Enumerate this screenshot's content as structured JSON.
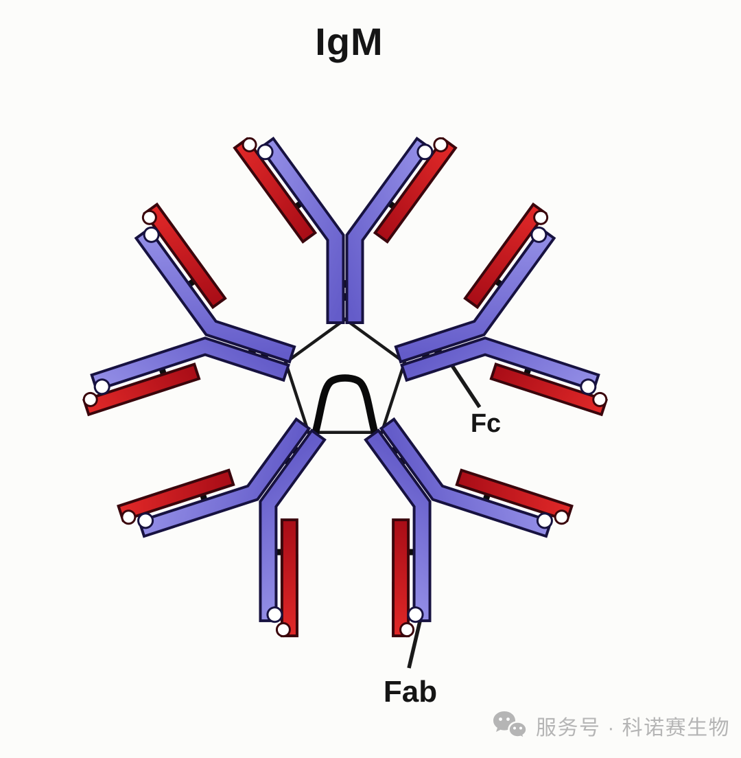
{
  "page": {
    "background": "#fcfcfa"
  },
  "diagram": {
    "title": "IgM",
    "type": "antibody-structure-diagram",
    "molecule": "IgM pentamer",
    "monomers": {
      "count": 5,
      "rotation_step_deg": 72
    },
    "chains_per_monomer": {
      "heavy": 2,
      "light": 2
    },
    "has_j_chain": true,
    "labels": {
      "fc": "Fc",
      "fab": "Fab"
    }
  },
  "colors": {
    "background": "#fcfcfa",
    "text": "#151515",
    "outline_lines": "#1a1a1a",
    "disulfide_bond": "#0d0d0d",
    "j_chain": "#0a0a0a",
    "heavy_chain_light": "#938ee6",
    "heavy_chain_dark": "#645cc9",
    "heavy_chain_outline": "#171240",
    "light_chain_light": "#e02828",
    "light_chain_dark": "#a90d17",
    "light_chain_outline": "#3a060c",
    "watermark": "#b5b5b5"
  },
  "watermark": {
    "icon": "wechat-icon",
    "text": "服务号 · 科诺赛生物"
  }
}
